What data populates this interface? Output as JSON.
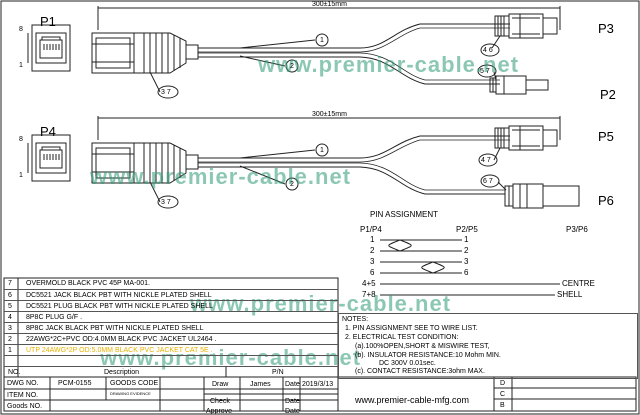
{
  "connectors": {
    "p1": "P1",
    "p2": "P2",
    "p3": "P3",
    "p4": "P4",
    "p5": "P5",
    "p6": "P6"
  },
  "pin_small": {
    "top": "8",
    "bottom": "1"
  },
  "dimension": "300±15mm",
  "balloons": {
    "b1": "1",
    "b2": "2",
    "b37": "3 7",
    "b46": "4 6",
    "b57": "5 7",
    "b47": "4 7",
    "b67": "6 7"
  },
  "watermark": "www.premier-cable.net",
  "pin_assignment": {
    "title": "PIN ASSIGNMENT",
    "left_header": "P1/P4",
    "mid_header": "P2/P5",
    "right_header": "P3/P6",
    "rows": [
      {
        "left": "1",
        "right": "1"
      },
      {
        "left": "2",
        "right": "2"
      },
      {
        "left": "3",
        "right": "3"
      },
      {
        "left": "6",
        "right": "6"
      }
    ],
    "centre": {
      "left": "4+5",
      "right": "CENTRE"
    },
    "shell": {
      "left": "7+8",
      "right": "SHELL"
    }
  },
  "notes": {
    "title": "NOTES:",
    "lines": [
      "1. PIN ASSIGNMENT SEE TO WIRE LIST.",
      "2. ELECTRICAL TEST CONDITION:",
      "(a).100%OPEN,SHORT & MISWIRE TEST,",
      "(b). INSULATOR RESISTANCE:10 Mohm MIN.",
      "DC 300V 0.01sec.",
      "(c). CONTACT RESISTANCE:3ohm MAX."
    ]
  },
  "bom": [
    {
      "no": "7",
      "desc": "OVERMOLD BLACK PVC 45P MA-001."
    },
    {
      "no": "6",
      "desc": "DC5521 JACK  BLACK PBT WITH NICKLE PLATED SHELL"
    },
    {
      "no": "5",
      "desc": "DC5521 PLUG  BLACK PBT WITH NICKLE PLATED SHELL"
    },
    {
      "no": "4",
      "desc": "8P8C PLUG  G/F ."
    },
    {
      "no": "3",
      "desc": "8P8C JACK  BLACK PBT WITH NICKLE PLATED SHELL"
    },
    {
      "no": "2",
      "desc": "22AWG*2C+PVC OD:4.0MM BLACK   PVC JACKET UL2464 ."
    },
    {
      "no": "1",
      "desc": "UTP 24AWG*2P OD:5.0MM BLACK   PVC JACKET CAT 5E ."
    }
  ],
  "bom_header": {
    "no": "NO.",
    "desc": "Description",
    "pn": "P/N"
  },
  "title_block": {
    "dwg_no_label": "DWG NO.",
    "dwg_no": "PCM-0155",
    "goods_code_label": "GOODS CODE",
    "draw_label": "Draw",
    "draw_name": "James",
    "date_label": "Date",
    "date": "2019/3/13",
    "item_no_label": "ITEM NO.",
    "drawing_evidence": "DRAWING EVIDENCE",
    "check_label": "Check",
    "date_label2": "Date",
    "goods_no_label": "Goods NO.",
    "approve_label": "Approve",
    "date_label3": "Date",
    "website": "www.premier-cable-mfg.com",
    "rev": [
      "D",
      "C",
      "B"
    ]
  },
  "colors": {
    "line": "#222222",
    "watermark": "#2f9a78",
    "highlight": "#e8b000"
  }
}
